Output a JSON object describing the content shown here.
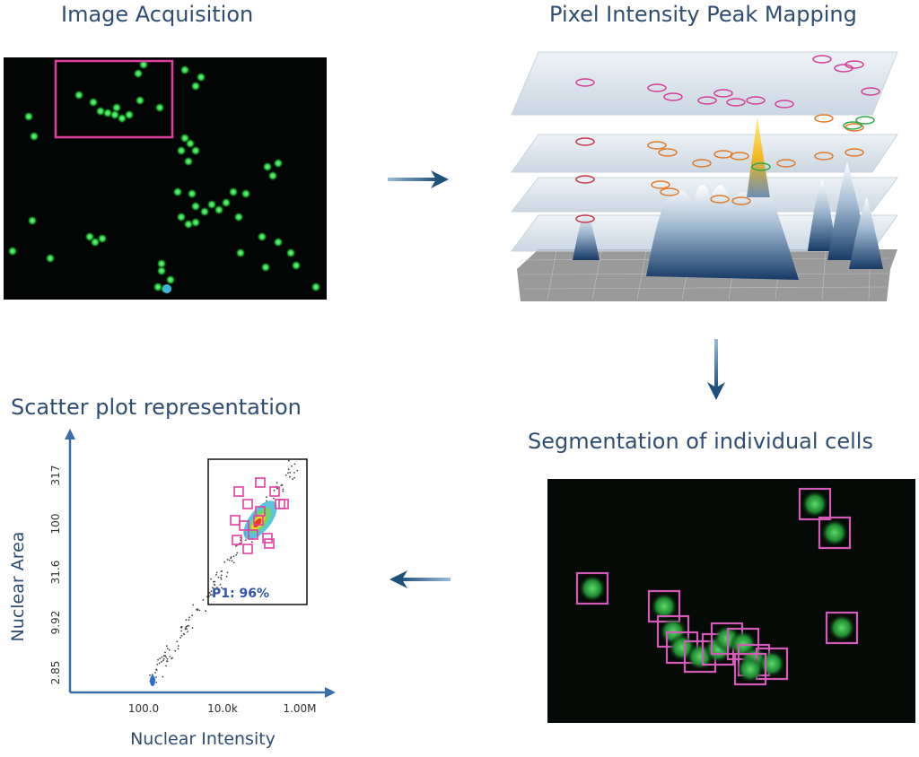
{
  "titles": {
    "acquisition": "Image Acquisition",
    "peak_mapping": "Pixel Intensity Peak Mapping",
    "segmentation": "Segmentation of individual cells",
    "scatter": "Scatter plot representation"
  },
  "scatter": {
    "x_label": "Nuclear Intensity",
    "y_label": "Nuclear Area",
    "x_ticks": [
      "100.0",
      "10.0k",
      "1.00M"
    ],
    "y_ticks": [
      "2.85",
      "9.92",
      "31.6",
      "100",
      "317"
    ],
    "gate_label": "P1: 96%"
  },
  "colors": {
    "title": "#2f4d72",
    "arrow": "#2a5a86",
    "gate_box": "#e040a0",
    "nucleus": "#22cc44",
    "axis": "#3a6ea8"
  }
}
